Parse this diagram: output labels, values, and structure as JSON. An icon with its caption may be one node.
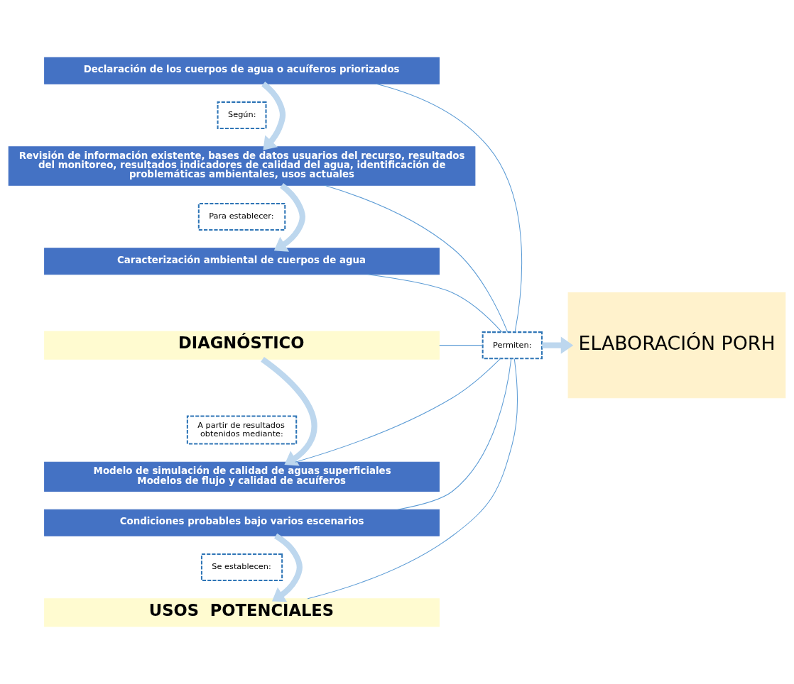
{
  "diagram": {
    "nodes": [
      {
        "text": [
          "Declaración de los cuerpos de agua o acuíferos priorizados"
        ]
      },
      {
        "text": [
          "Según:"
        ]
      },
      {
        "text": [
          "Revisión de información existente, bases de datos usuarios del recurso, resultados del monitoreo, resultados indicadores de calidad del agua, identificación de problemáticas ambientales, usos actuales"
        ]
      },
      {
        "text": [
          "Para establecer:"
        ]
      },
      {
        "text": [
          "Caracterización ambiental de cuerpos de agua"
        ]
      },
      {
        "text": [
          "DIAGNÓSTICO"
        ]
      },
      {
        "text": [
          "A partir de resultados obtenidos mediante:"
        ]
      },
      {
        "text": [
          "Modelo de simulación de calidad de aguas superficiales",
          "Modelos de flujo y calidad de acuíferos"
        ]
      },
      {
        "text": [
          "Condiciones probables bajo varios escenarios"
        ]
      },
      {
        "text": [
          "Se establecen:"
        ]
      },
      {
        "text": [
          "USOS  POTENCIALES"
        ]
      },
      {
        "text": [
          "Permiten:"
        ]
      },
      {
        "text": [
          "ELABORACIÓN PORH"
        ]
      }
    ],
    "edges": [
      {
        "from": 0,
        "to": 2,
        "arrow": "to",
        "style": "thick",
        "color": "#bdd7ee"
      },
      {
        "from": 2,
        "to": 4,
        "arrow": "to",
        "style": "thick",
        "color": "#bdd7ee"
      },
      {
        "from": 5,
        "to": 7,
        "arrow": "to",
        "style": "thick",
        "color": "#bdd7ee"
      },
      {
        "from": 8,
        "to": 10,
        "arrow": "to",
        "style": "thick",
        "color": "#bdd7ee"
      },
      {
        "from": 0,
        "to": 11,
        "arrow": "none"
      },
      {
        "from": 2,
        "to": 11,
        "arrow": "none"
      },
      {
        "from": 4,
        "to": 11,
        "arrow": "none"
      },
      {
        "from": 5,
        "to": 11,
        "arrow": "none"
      },
      {
        "from": 7,
        "to": 11,
        "arrow": "none"
      },
      {
        "from": 8,
        "to": 11,
        "arrow": "none"
      },
      {
        "from": 10,
        "to": 11,
        "arrow": "none"
      },
      {
        "from": 11,
        "to": 12,
        "arrow": "to",
        "style": "thick",
        "color": "#bdd7ee"
      }
    ]
  }
}
